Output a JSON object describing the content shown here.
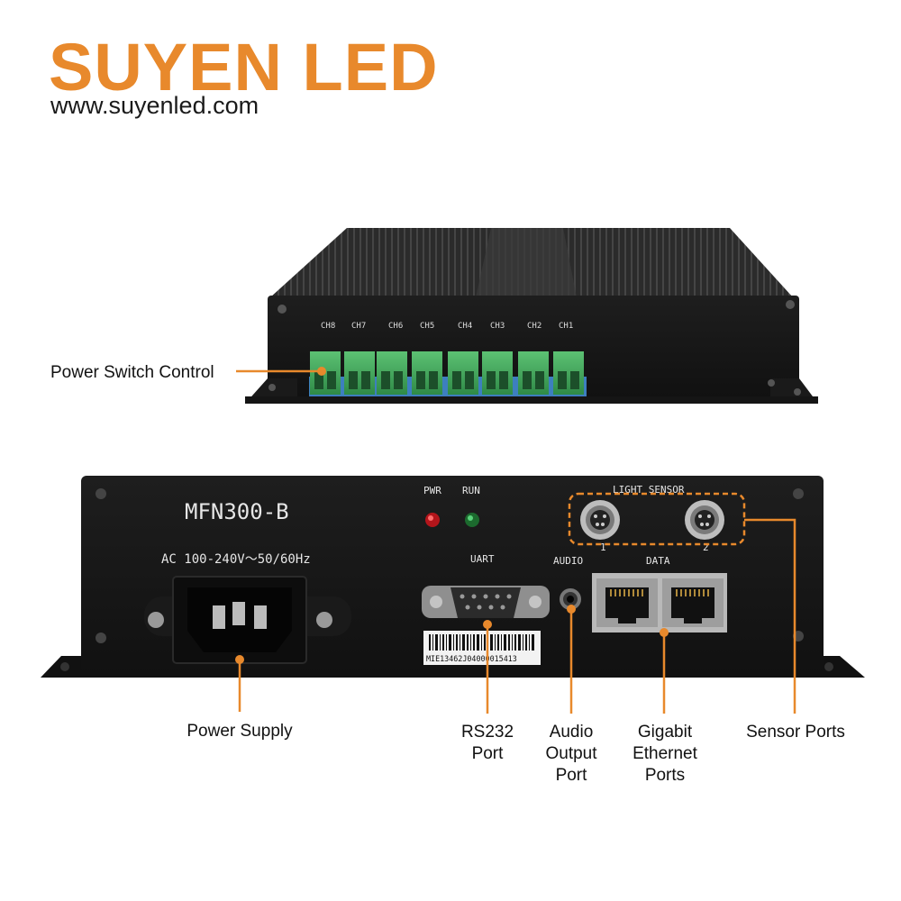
{
  "brand": {
    "name": "SUYEN LED",
    "url": "www.suyenled.com",
    "accent_color": "#e8892c"
  },
  "top_device": {
    "channel_labels": [
      "CH8",
      "CH7",
      "CH6",
      "CH5",
      "CH4",
      "CH3",
      "CH2",
      "CH1"
    ],
    "terminal_color": "#3fa85a"
  },
  "front_panel": {
    "model": "MFN300-B",
    "power_rating": "AC 100-240V～50/60Hz",
    "led_pwr": "PWR",
    "led_run": "RUN",
    "uart": "UART",
    "audio": "AUDIO",
    "data": "DATA",
    "light_sensor": "LIGHT SENSOR",
    "sensor_1": "1",
    "sensor_2": "2",
    "serial_number": "MIE13462J04000015413"
  },
  "callouts": {
    "power_switch": "Power Switch Control",
    "power_supply": "Power Supply",
    "rs232": "RS232\nPort",
    "audio": "Audio\nOutput\nPort",
    "ethernet": "Gigabit\nEthernet\nPorts",
    "sensor": "Sensor Ports"
  }
}
